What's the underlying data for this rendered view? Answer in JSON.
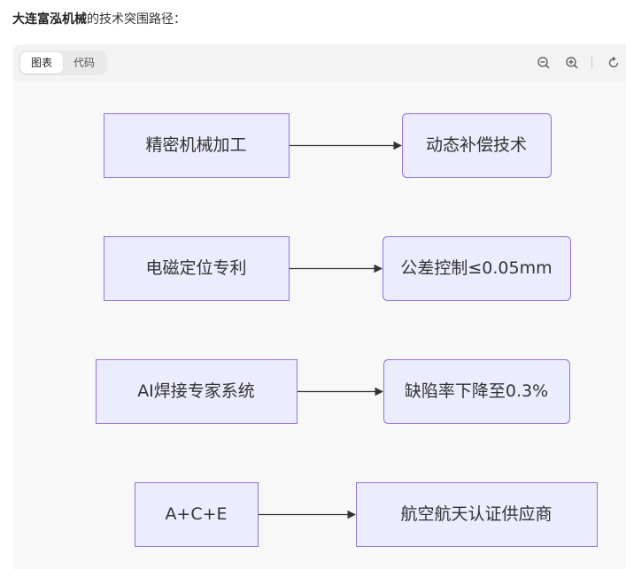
{
  "intro": {
    "bold_text": "大连富泓机械",
    "rest_text": "的技术突围路径："
  },
  "toolbar": {
    "tabs": [
      {
        "label": "图表",
        "active": true
      },
      {
        "label": "代码",
        "active": false
      }
    ],
    "icons": [
      "zoom-out-icon",
      "zoom-in-icon",
      "refresh-icon"
    ]
  },
  "diagram": {
    "colors": {
      "node_fill": "#ececff",
      "node_stroke": "#9370db",
      "edge": "#333333",
      "text": "#333333"
    },
    "rows": [
      {
        "from": "精密机械加工",
        "to": "动态补偿技术",
        "to_shape": "rounded"
      },
      {
        "from": "电磁定位专利",
        "to": "公差控制≤0.05mm",
        "to_shape": "rounded"
      },
      {
        "from": "AI焊接专家系统",
        "to": "缺陷率下降至0.3%",
        "to_shape": "rounded"
      },
      {
        "from": "A+C+E",
        "to": "航空航天认证供应商",
        "to_shape": "square"
      }
    ]
  }
}
